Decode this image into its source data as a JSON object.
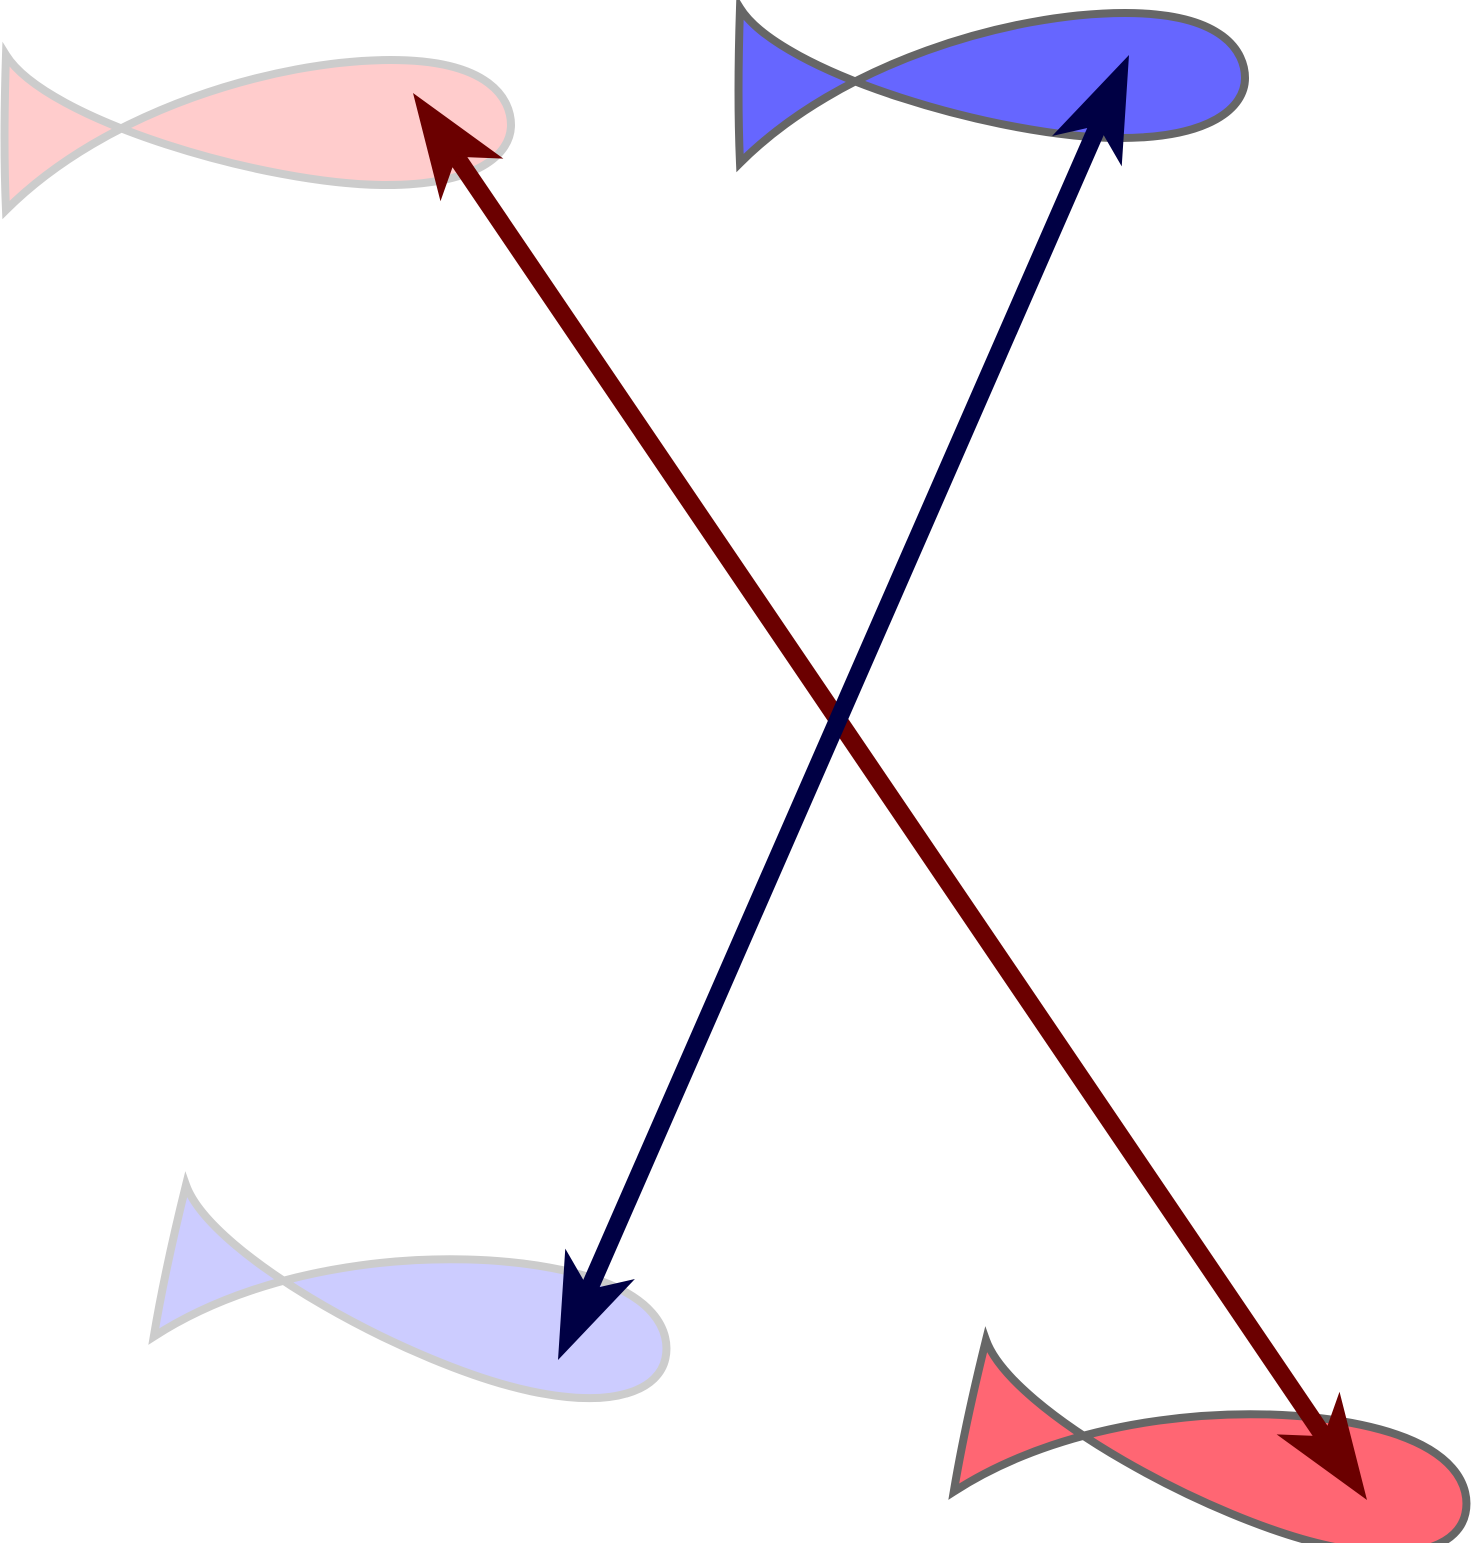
{
  "diagram": {
    "background": "#ffffff",
    "fish": {
      "faded_red": {
        "fill": "#ffcccc",
        "stroke": "#cccccc"
      },
      "solid_blue": {
        "fill": "#6666ff",
        "stroke": "#666666"
      },
      "faded_blue": {
        "fill": "#ccccff",
        "stroke": "#cccccc"
      },
      "solid_red": {
        "fill": "#ff6673",
        "stroke": "#666666"
      }
    },
    "arrows": {
      "red_arrow": {
        "color": "#6b0000",
        "from": "faded_red",
        "to": "solid_red",
        "heads": "both"
      },
      "blue_arrow": {
        "color": "#000044",
        "from": "faded_blue",
        "to": "solid_blue",
        "heads": "both"
      }
    }
  }
}
